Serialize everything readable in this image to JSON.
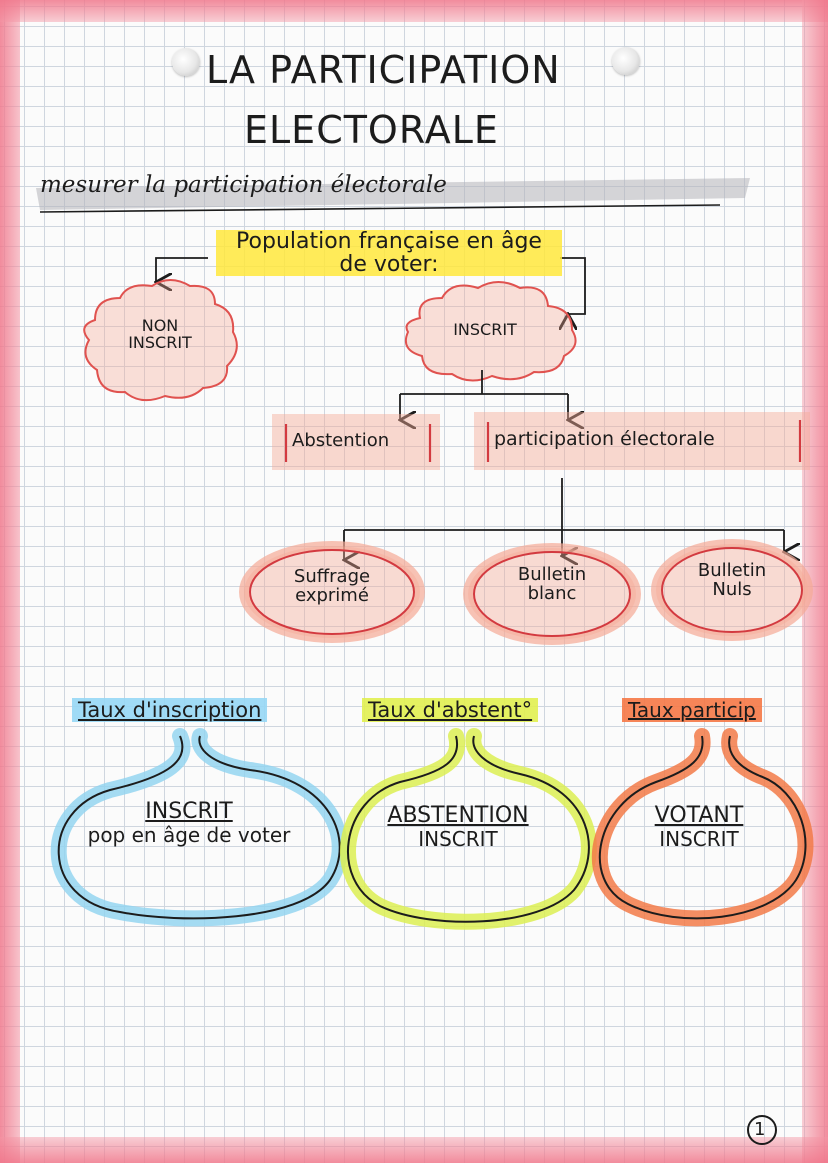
{
  "page": {
    "title_line1": "LA PARTICIPATION",
    "title_line2": "ELECTORALE",
    "subtitle": "mesurer la participation électorale",
    "page_number": "1"
  },
  "diagram": {
    "root": "Population française en âge de voter:",
    "non_inscrit": "NON INSCRIT",
    "inscrit": "INSCRIT",
    "abstention": "Abstention",
    "participation": "participation électorale",
    "suffrage": "Suffrage exprimé",
    "blanc": "Bulletin blanc",
    "nuls": "Bulletin Nuls"
  },
  "rates": [
    {
      "label": "Taux d'inscription",
      "numerator": "INSCRIT",
      "denominator": "pop en âge de voter",
      "color": "#8fd3f0"
    },
    {
      "label": "Taux d'abstent°",
      "numerator": "ABSTENTION",
      "denominator": "INSCRIT",
      "color": "#dcee52"
    },
    {
      "label": "Taux particip",
      "numerator": "VOTANT",
      "denominator": "INSCRIT",
      "color": "#f27a48"
    }
  ],
  "colors": {
    "margin": "#f07a8c",
    "highlight_yellow": "#ffe83c",
    "cloud_outline": "#e0524f",
    "grid": "#cfd6df"
  }
}
